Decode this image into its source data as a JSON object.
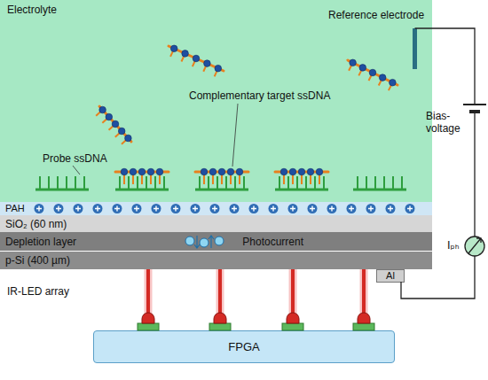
{
  "diagram": {
    "nodes": [
      {
        "text": [
          "Electrolyte"
        ]
      },
      {
        "text": [
          "PAH"
        ]
      },
      {
        "text": [
          "SiO₂ (60 nm)"
        ]
      },
      {
        "text": [
          "Depletion layer",
          "Photocurrent"
        ]
      },
      {
        "text": [
          "p-Si (400 µm)"
        ]
      },
      {
        "text": [
          "Al"
        ]
      },
      {
        "text": [
          "FPGA"
        ]
      }
    ],
    "labels": [
      "Complementary target ssDNA",
      "Probe ssDNA",
      "Reference electrode",
      "Bias-voltage",
      "Iₚₕ",
      "IR-LED array"
    ]
  }
}
